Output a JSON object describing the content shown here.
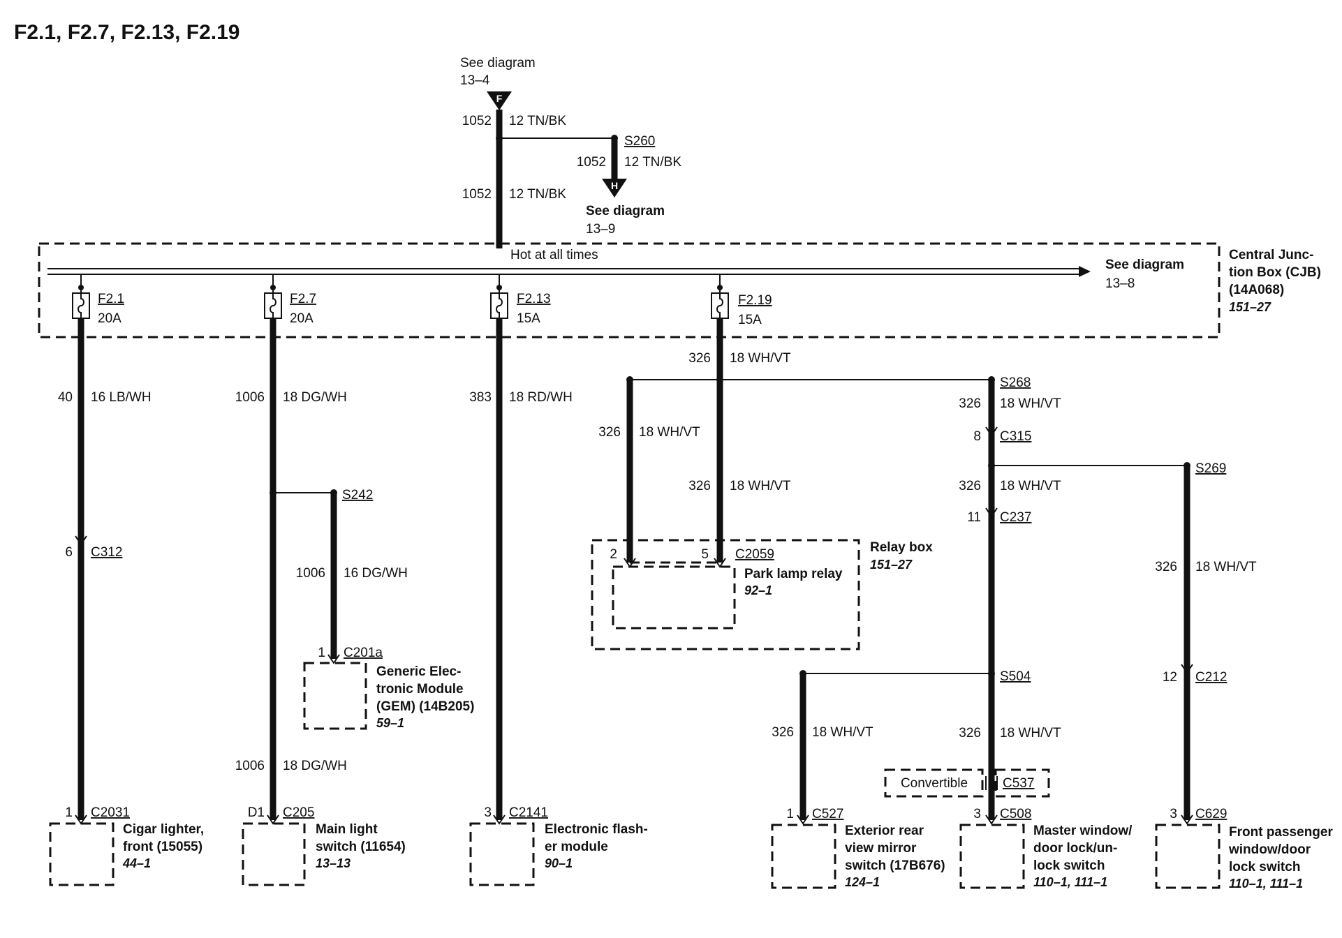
{
  "title": "F2.1, F2.7, F2.13, F2.19",
  "top_feed": {
    "see_label": "See diagram",
    "see_ref": "13–4",
    "connector_letter": "F",
    "circuit": "1052",
    "wire": "12 TN/BK",
    "circuit_lower": "1052",
    "wire_lower": "12 TN/BK"
  },
  "splice_s260": {
    "name": "S260",
    "circuit": "1052",
    "wire": "12 TN/BK",
    "connector_letter": "H",
    "see_label": "See diagram",
    "see_ref": "13–9"
  },
  "cjb": {
    "bus_label": "Hot at all times",
    "see_label": "See diagram",
    "see_ref": "13–8",
    "name_line1": "Central Junc-",
    "name_line2": "tion Box (CJB)",
    "name_line3": "(14A068)",
    "page_ref": "151–27"
  },
  "fuses": [
    {
      "name": "F2.1",
      "rating": "20A"
    },
    {
      "name": "F2.7",
      "rating": "20A"
    },
    {
      "name": "F2.13",
      "rating": "15A"
    },
    {
      "name": "F2.19",
      "rating": "15A"
    }
  ],
  "col1": {
    "circuit": "40",
    "wire": "16 LB/WH",
    "mid_pin": "6",
    "mid_conn": "C312",
    "pin": "1",
    "conn": "C2031",
    "dev_line1": "Cigar lighter,",
    "dev_line2": "front (15055)",
    "dev_ref": "44–1"
  },
  "col2": {
    "circuit": "1006",
    "wire": "18 DG/WH",
    "splice": "S242",
    "branch_circuit": "1006",
    "branch_wire": "16 DG/WH",
    "gem_pin": "1",
    "gem_conn": "C201a",
    "gem_line1": "Generic Elec-",
    "gem_line2": "tronic Module",
    "gem_line3": "(GEM) (14B205)",
    "gem_ref": "59–1",
    "circuit_lower": "1006",
    "wire_lower": "18 DG/WH",
    "pin": "D1",
    "conn": "C205",
    "dev_line1": "Main light",
    "dev_line2": "switch (11654)",
    "dev_ref": "13–13"
  },
  "col3": {
    "circuit": "383",
    "wire": "18 RD/WH",
    "pin": "3",
    "conn": "C2141",
    "dev_line1": "Electronic flash-",
    "dev_line2": "er module",
    "dev_ref": "90–1"
  },
  "col4": {
    "circuit_top": "326",
    "wire_top": "18 WH/VT",
    "circuit_left": "326",
    "wire_left": "18 WH/VT",
    "circuit_right": "326",
    "wire_right": "18 WH/VT",
    "pin_left": "2",
    "pin_right": "5",
    "relay_conn": "C2059",
    "relay_line1": "Park lamp relay",
    "relay_ref": "92–1",
    "box_line1": "Relay box",
    "box_ref": "151–27"
  },
  "col5": {
    "splice_s268": "S268",
    "circuit_a": "326",
    "wire_a": "18 WH/VT",
    "pin_c315": "8",
    "conn_c315": "C315",
    "circuit_b": "326",
    "wire_b": "18 WH/VT",
    "pin_c237": "11",
    "conn_c237": "C237",
    "splice_s504": "S504",
    "circuit_mirror": "326",
    "wire_mirror": "18 WH/VT",
    "mirror_pin": "1",
    "mirror_conn": "C527",
    "mirror_line1": "Exterior rear",
    "mirror_line2": "view mirror",
    "mirror_line3": "switch (17B676)",
    "mirror_ref": "124–1",
    "circuit_master": "326",
    "wire_master": "18 WH/VT",
    "convertible_label": "Convertible",
    "conv_conn": "C537",
    "master_pin": "3",
    "master_conn": "C508",
    "master_line1": "Master window/",
    "master_line2": "door lock/un-",
    "master_line3": "lock switch",
    "master_ref": "110–1, 111–1"
  },
  "col6": {
    "splice_s269": "S269",
    "circuit": "326",
    "wire": "18 WH/VT",
    "mid_pin": "12",
    "mid_conn": "C212",
    "pin": "3",
    "conn": "C629",
    "dev_line1": "Front passenger",
    "dev_line2": "window/door",
    "dev_line3": "lock switch",
    "dev_ref": "110–1, 111–1"
  }
}
